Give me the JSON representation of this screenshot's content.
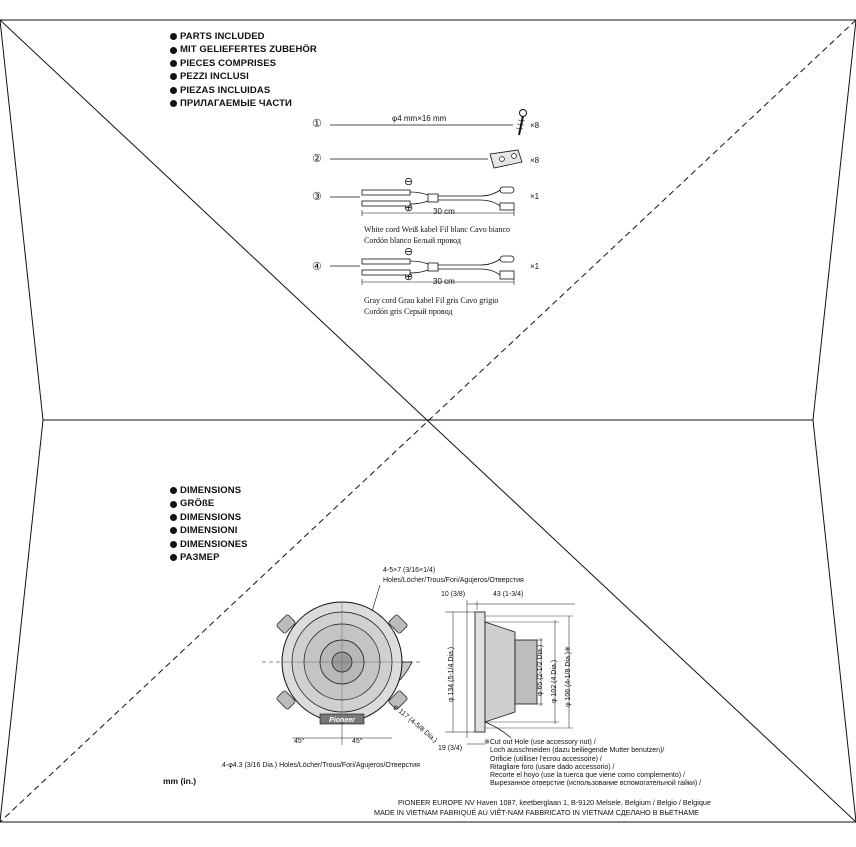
{
  "parts": {
    "headings": [
      "PARTS INCLUDED",
      "MIT GELIEFERTES ZUBEHÖR",
      "PIECES COMPRISES",
      "PEZZI INCLUSI",
      "PIEZAS INCLUIDAS",
      "ПРИЛАГАЕМЫЕ ЧАСТИ"
    ],
    "items": [
      {
        "num": "①",
        "label": "φ4 mm×16 mm",
        "qty": "×8"
      },
      {
        "num": "②",
        "qty": "×8"
      },
      {
        "num": "③",
        "minus": "⊖",
        "plus": "⊕",
        "length": "30 cm",
        "qty": "×1",
        "caption_line1": "White cord  Weiß kabel  Fil blanc  Cavo bianco",
        "caption_line2": "Cordón blanco  Белый провод"
      },
      {
        "num": "④",
        "minus": "⊖",
        "plus": "⊕",
        "length": "30 cm",
        "qty": "×1",
        "caption_line1": "Gray cord  Grau kabel  Fil gris  Cavo grigio",
        "caption_line2": "Cordón gris  Серый провод"
      }
    ]
  },
  "dimensions": {
    "headings": [
      "DIMENSIONS",
      "GRÖßE",
      "DIMENSIONS",
      "DIMENSIONI",
      "DIMENSIONES",
      "РАЗМЕР"
    ],
    "holes_label_1": "4-5×7 (3/16×1/4)",
    "holes_label_2": "Holes/Löcher/Trous/Fori/Agujeros/Отверстия",
    "front": {
      "brand": "Pioneer",
      "diameter": "φ 117 (4-5/8 Dia.)",
      "angle_left": "45°",
      "angle_right": "45°",
      "bottom_holes": "4-φ4.3 (3/16 Dia.) Holes/Löcher/Trous/Fori/Agujeros/Отверстия"
    },
    "side": {
      "top_left": "10 (3/8)",
      "top_right": "43 (1-3/4)",
      "h134": "φ 134 (5-1/4 Dia.)",
      "h65": "φ 65 (2-1/2 Dia.)",
      "h102": "φ 102 (4 Dia.)",
      "h106": "φ 106 (4-1/8 Dia.)※",
      "bottom": "19 (3/4)"
    },
    "cutout_notes": [
      "※Cut out Hole (use accessory nut) /",
      "Loch ausschneiden (dazu beiliegende Mutter benutzen)/",
      "Orificie (utilliser l'ecrou accessoire) /",
      "Ritagliare foro (usare dado accessorio) /",
      "Recorte el hoyo (use la tuerca que viene como complemento) /",
      "Вырезанное отверстие (использование вспомогательной гайки) /"
    ],
    "unit": "mm (in.)"
  },
  "footer": {
    "line1": "PIONEER EUROPE NV   Haven 1087, keetberglaan 1, B-9120 Melsele, Belgium / Belgio / Belgique",
    "line2": "MADE IN VIETNAM   FABRIQUÉ AU VIÊT-NAM   FABBRICATO IN VIETNAM   СДЕЛАНО В ВЬЕТНАМЕ"
  }
}
